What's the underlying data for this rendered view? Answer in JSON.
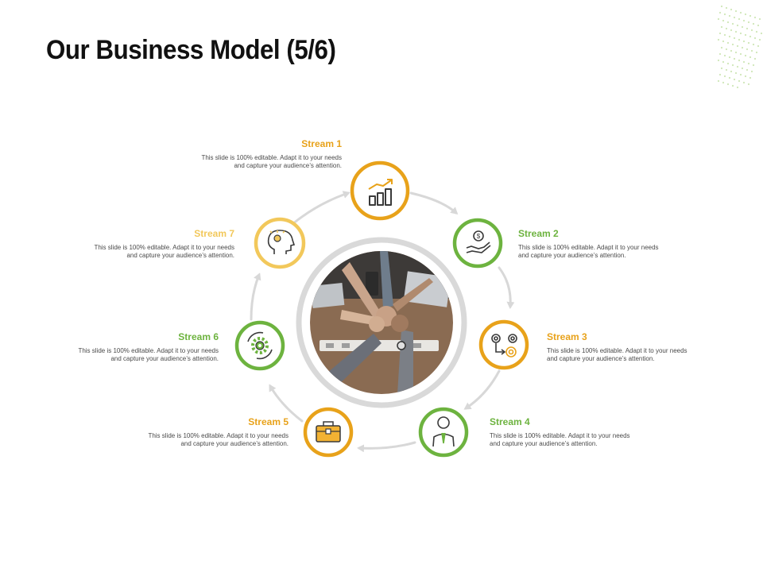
{
  "title": "Our Business Model (5/6)",
  "colors": {
    "green": "#6db33f",
    "orange": "#e8a21a",
    "light_orange": "#f2c85b",
    "arrow": "#d8d8d8"
  },
  "streams": [
    {
      "label": "Stream 1",
      "text": [
        "This slide is 100% editable. Adapt it to your needs",
        "and capture your audience’s attention."
      ],
      "icon": "bar-chart-growth-icon"
    },
    {
      "label": "Stream 2",
      "text": [
        "This slide is 100% editable. Adapt it to your needs",
        "and capture your audience’s attention."
      ],
      "icon": "hand-dollar-coin-icon"
    },
    {
      "label": "Stream 3",
      "text": [
        "This slide is 100% editable. Adapt it to your needs",
        "and capture your audience’s attention."
      ],
      "icon": "gears-process-icon"
    },
    {
      "label": "Stream 4",
      "text": [
        "This slide is 100% editable. Adapt it to your needs",
        "and capture your audience’s attention."
      ],
      "icon": "businessman-icon"
    },
    {
      "label": "Stream 5",
      "text": [
        "This slide is 100% editable. Adapt it to your needs",
        "and capture your audience’s attention."
      ],
      "icon": "briefcase-icon"
    },
    {
      "label": "Stream 6",
      "text": [
        "This slide is 100% editable. Adapt it to your needs",
        "and capture your audience’s attention."
      ],
      "icon": "gear-cycle-icon"
    },
    {
      "label": "Stream 7",
      "text": [
        "This slide is 100% editable. Adapt it to your needs",
        "and capture your audience’s attention."
      ],
      "icon": "head-lightbulb-icon"
    }
  ],
  "center_image": "team-fist-bump-photo"
}
